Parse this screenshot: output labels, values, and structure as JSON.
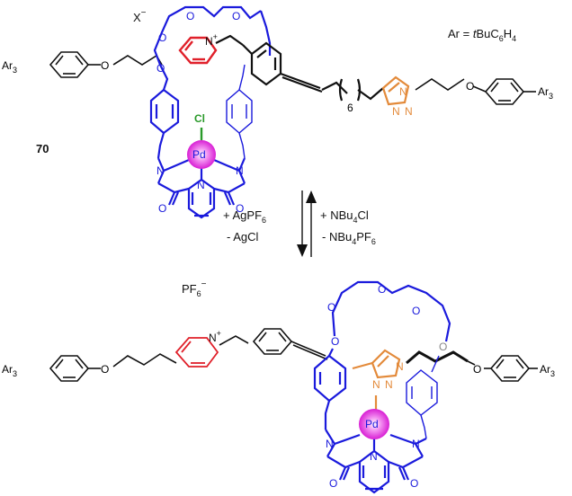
{
  "compound_number": "70",
  "counterion_top": "X",
  "counterion_top_charge": "−",
  "counterion_bottom": "PF",
  "counterion_bottom_sub": "6",
  "counterion_bottom_charge": "−",
  "ar_definition": {
    "prefix": "Ar = ",
    "tbu": "t",
    "rest": "BuC",
    "sub1": "6",
    "h": "H",
    "sub2": "4"
  },
  "ar3_label": {
    "text": "Ar",
    "sub": "3"
  },
  "chain_repeat": "6",
  "atoms": {
    "palladium": "Pd",
    "chlorine": "Cl",
    "nitrogen": "N",
    "oxygen": "O",
    "plus": "+"
  },
  "forward_reagents": {
    "line1_sign": "+ ",
    "line1_main": "AgPF",
    "line1_sub": "6",
    "line2_sign": "-  ",
    "line2_main": "AgCl"
  },
  "reverse_reagents": {
    "line1_sign": "+ ",
    "line1_main": "NBu",
    "line1_sub1": "4",
    "line1_tail": "Cl",
    "line2_sign": "-  ",
    "line2_main": "NBu",
    "line2_sub1": "4",
    "line2_mid": "PF",
    "line2_sub2": "6"
  },
  "colors": {
    "macrocycle": "#1a1adc",
    "pyridinium": "#e0202a",
    "triazole": "#e38a3a",
    "chlorine": "#2a9a2a",
    "palladium_glow": "#e040d8",
    "skeleton": "#111111",
    "grey_ring": "#888888"
  }
}
